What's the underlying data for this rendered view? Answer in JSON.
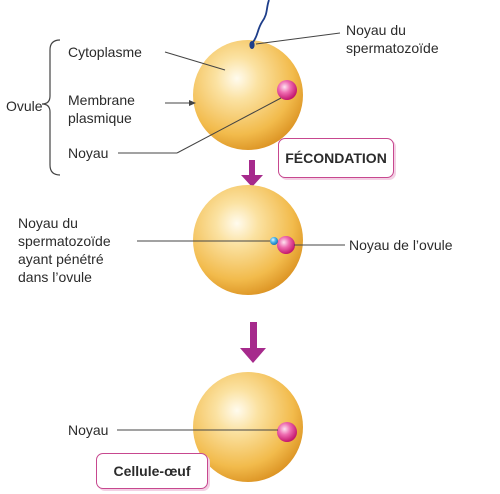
{
  "stage1": {
    "group_label": "Ovule",
    "cytoplasm_label": "Cytoplasme",
    "membrane_label_line1": "Membrane",
    "membrane_label_line2": "plasmique",
    "nucleus_label": "Noyau",
    "sperm_nucleus_line1": "Noyau du",
    "sperm_nucleus_line2": "spermatozoïde",
    "box_label": "FÉCONDATION"
  },
  "stage2": {
    "sperm_nucleus_line1": "Noyau du",
    "sperm_nucleus_line2": "spermatozoïde",
    "sperm_nucleus_line3": "ayant pénétré",
    "sperm_nucleus_line4": "dans l’ovule",
    "egg_nucleus_label": "Noyau de l’ovule"
  },
  "stage3": {
    "nucleus_label": "Noyau",
    "box_label": "Cellule-œuf"
  },
  "colors": {
    "cell": "#f2bb4c",
    "nucleus": "#e0358d",
    "sperm_nucleus": "#2a9bd8",
    "arrow": "#a62a8c",
    "box_border": "#c7488f"
  }
}
